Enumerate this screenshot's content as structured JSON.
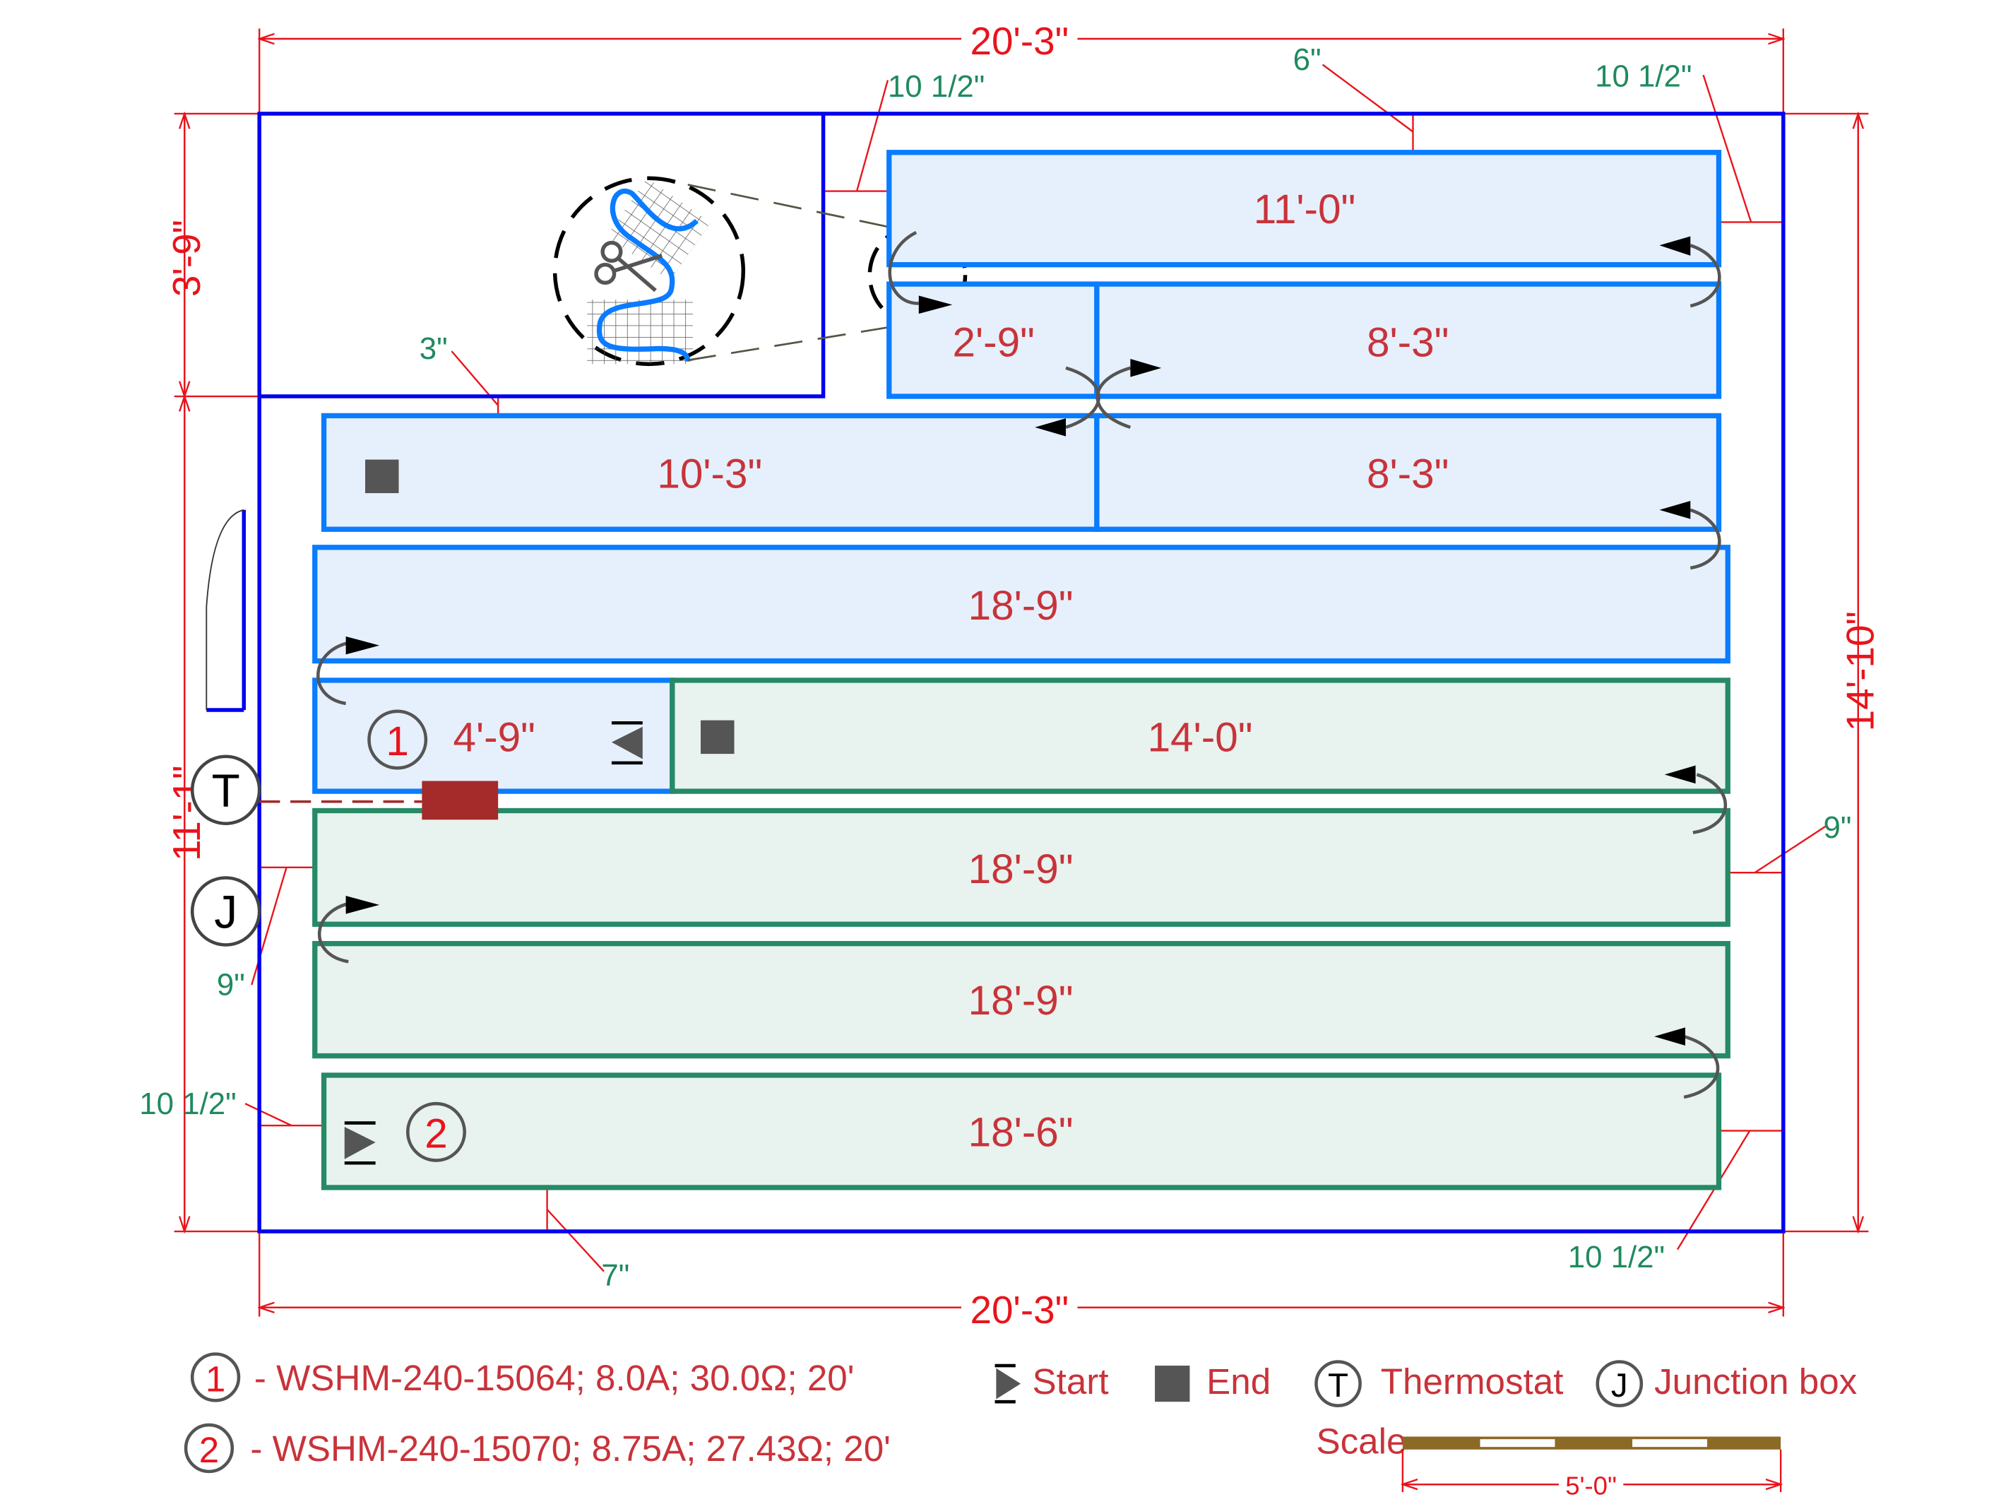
{
  "dimensions": {
    "overall_width_top": "20'-3\"",
    "overall_width_bottom": "20'-3\"",
    "overall_height_right": "14'-10\"",
    "left_upper": "3'-9\"",
    "left_lower": "11'-1\"",
    "clearances": [
      "10 1/2\"",
      "6\"",
      "10 1/2\"",
      "3\"",
      "9\"",
      "9\"",
      "10 1/2\"",
      "7\"",
      "10 1/2\""
    ]
  },
  "mats": [
    {
      "length": "11'-0\"",
      "cable": 1
    },
    {
      "length": "2'-9\"",
      "cable": 1
    },
    {
      "length": "8'-3\"",
      "cable": 1
    },
    {
      "length": "10'-3\"",
      "cable": 1
    },
    {
      "length": "8'-3\"",
      "cable": 1
    },
    {
      "length": "18'-9\"",
      "cable": 1
    },
    {
      "length": "4'-9\"",
      "cable": 1
    },
    {
      "length": "14'-0\"",
      "cable": 2
    },
    {
      "length": "18'-9\"",
      "cable": 2
    },
    {
      "length": "18'-9\"",
      "cable": 2
    },
    {
      "length": "18'-6\"",
      "cable": 2
    }
  ],
  "markers": {
    "cable1_number": "1",
    "cable2_number": "2",
    "thermostat": "T",
    "junction": "J"
  },
  "legend": {
    "cable1_number": "1",
    "cable1": "- WSHM-240-15064; 8.0A; 30.0Ω; 20'",
    "cable2_number": "2",
    "cable2": "- WSHM-240-15070; 8.75A; 27.43Ω; 20'",
    "start": "Start",
    "end": "End",
    "thermostat_symbol": "T",
    "thermostat": "Thermostat",
    "junction_symbol": "J",
    "junction": "Junction box",
    "scale_label": "Scale",
    "scale_value": "5'-0\""
  },
  "colors": {
    "cable1_mat": "#0a7cff",
    "cable2_mat": "#268a66",
    "room_outline": "#0000ee",
    "dimension": "#e8141c",
    "thermostat_box": "#a52a2a"
  }
}
